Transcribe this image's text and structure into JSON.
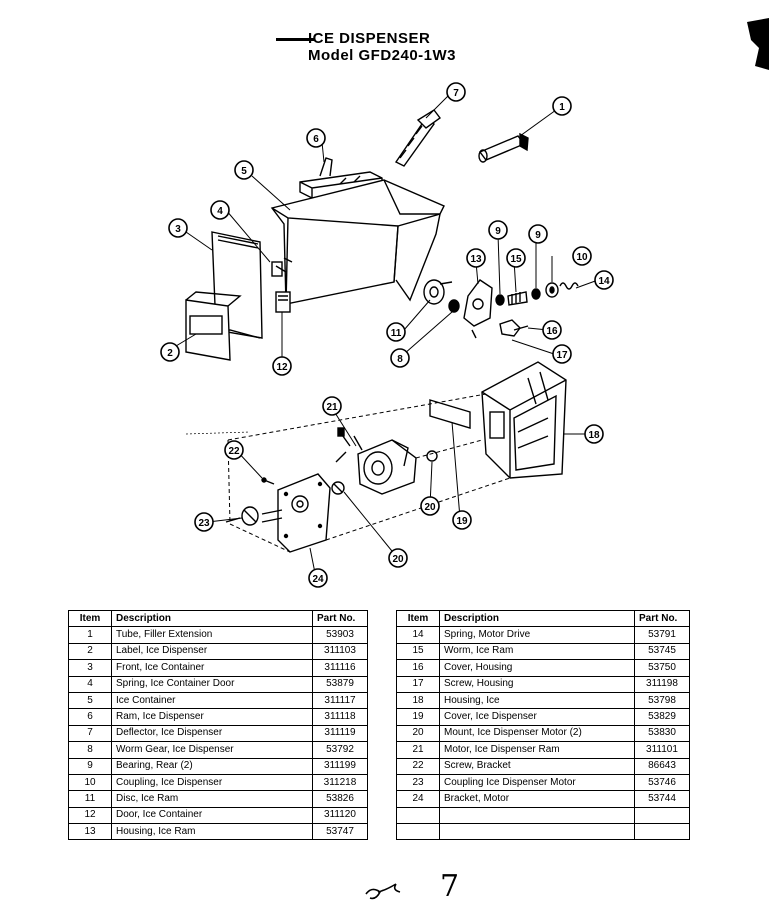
{
  "title": {
    "line1": "ICE DISPENSER",
    "line2": "Model GFD240-1W3"
  },
  "callouts": [
    "1",
    "2",
    "3",
    "4",
    "5",
    "6",
    "7",
    "8",
    "9",
    "9",
    "10",
    "11",
    "12",
    "13",
    "14",
    "15",
    "16",
    "17",
    "18",
    "19",
    "20",
    "20",
    "21",
    "22",
    "23",
    "24"
  ],
  "table_headers": {
    "item": "Item",
    "description": "Description",
    "part_no": "Part No."
  },
  "parts_left": [
    {
      "item": "1",
      "description": "Tube, Filler Extension",
      "part_no": "53903"
    },
    {
      "item": "2",
      "description": "Label, Ice Dispenser",
      "part_no": "311103"
    },
    {
      "item": "3",
      "description": "Front, Ice Container",
      "part_no": "311116"
    },
    {
      "item": "4",
      "description": "Spring, Ice Container Door",
      "part_no": "53879"
    },
    {
      "item": "5",
      "description": "Ice Container",
      "part_no": "311117"
    },
    {
      "item": "6",
      "description": "Ram, Ice Dispenser",
      "part_no": "311118"
    },
    {
      "item": "7",
      "description": "Deflector, Ice Dispenser",
      "part_no": "311119"
    },
    {
      "item": "8",
      "description": "Worm Gear, Ice Dispenser",
      "part_no": "53792"
    },
    {
      "item": "9",
      "description": "Bearing, Rear (2)",
      "part_no": "311199"
    },
    {
      "item": "10",
      "description": "Coupling, Ice Dispenser",
      "part_no": "311218"
    },
    {
      "item": "11",
      "description": "Disc, Ice Ram",
      "part_no": "53826"
    },
    {
      "item": "12",
      "description": "Door, Ice Container",
      "part_no": "311120"
    },
    {
      "item": "13",
      "description": "Housing, Ice Ram",
      "part_no": "53747"
    }
  ],
  "parts_right": [
    {
      "item": "14",
      "description": "Spring, Motor Drive",
      "part_no": "53791"
    },
    {
      "item": "15",
      "description": "Worm, Ice Ram",
      "part_no": "53745"
    },
    {
      "item": "16",
      "description": "Cover, Housing",
      "part_no": "53750"
    },
    {
      "item": "17",
      "description": "Screw, Housing",
      "part_no": "311198"
    },
    {
      "item": "18",
      "description": "Housing, Ice",
      "part_no": "53798"
    },
    {
      "item": "19",
      "description": "Cover, Ice Dispenser",
      "part_no": "53829"
    },
    {
      "item": "20",
      "description": "Mount, Ice Dispenser Motor (2)",
      "part_no": "53830"
    },
    {
      "item": "21",
      "description": "Motor, Ice Dispenser Ram",
      "part_no": "311101"
    },
    {
      "item": "22",
      "description": "Screw, Bracket",
      "part_no": "86643"
    },
    {
      "item": "23",
      "description": "Coupling Ice Dispenser Motor",
      "part_no": "53746"
    },
    {
      "item": "24",
      "description": "Bracket, Motor",
      "part_no": "53744"
    },
    {
      "item": "",
      "description": "",
      "part_no": ""
    },
    {
      "item": "",
      "description": "",
      "part_no": ""
    }
  ],
  "page_number": "7"
}
